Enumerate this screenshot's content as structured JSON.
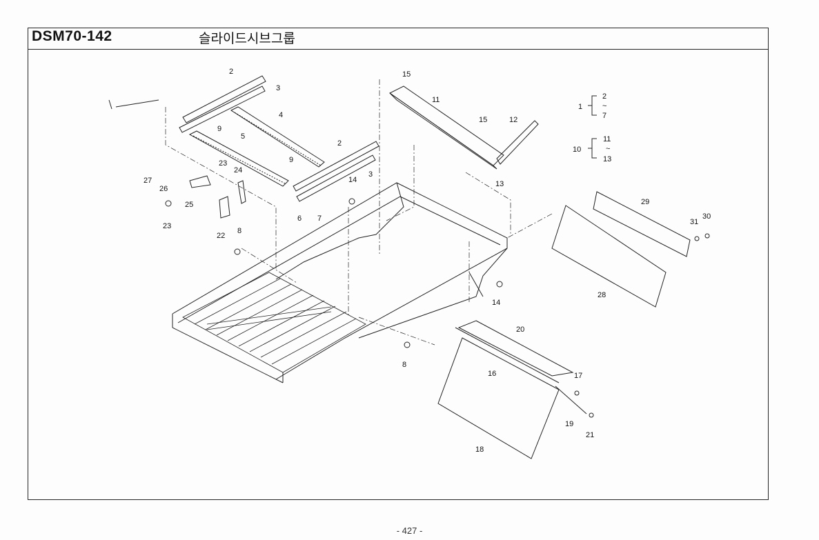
{
  "header": {
    "code": "DSM70-142",
    "title": "슬라이드시브그룹"
  },
  "footer": {
    "page": "- 427 -"
  },
  "part_labels": [
    {
      "id": "c2a",
      "text": "2"
    },
    {
      "id": "c3a",
      "text": "3"
    },
    {
      "id": "c4",
      "text": "4"
    },
    {
      "id": "c9a",
      "text": "9"
    },
    {
      "id": "c5",
      "text": "5"
    },
    {
      "id": "c2b",
      "text": "2"
    },
    {
      "id": "c9b",
      "text": "9"
    },
    {
      "id": "c3b",
      "text": "3"
    },
    {
      "id": "c6",
      "text": "6"
    },
    {
      "id": "c7",
      "text": "7"
    },
    {
      "id": "c14a",
      "text": "14"
    },
    {
      "id": "c15a",
      "text": "15"
    },
    {
      "id": "c11",
      "text": "11"
    },
    {
      "id": "c15b",
      "text": "15"
    },
    {
      "id": "c12",
      "text": "12"
    },
    {
      "id": "c13",
      "text": "13"
    },
    {
      "id": "c27",
      "text": "27"
    },
    {
      "id": "c26",
      "text": "26"
    },
    {
      "id": "c23a",
      "text": "23"
    },
    {
      "id": "c24",
      "text": "24"
    },
    {
      "id": "c25",
      "text": "25"
    },
    {
      "id": "c23b",
      "text": "23"
    },
    {
      "id": "c22",
      "text": "22"
    },
    {
      "id": "c8a",
      "text": "8"
    },
    {
      "id": "c8b",
      "text": "8"
    },
    {
      "id": "c14b",
      "text": "14"
    },
    {
      "id": "c29",
      "text": "29"
    },
    {
      "id": "c30",
      "text": "30"
    },
    {
      "id": "c31",
      "text": "31"
    },
    {
      "id": "c28",
      "text": "28"
    },
    {
      "id": "c20",
      "text": "20"
    },
    {
      "id": "c16",
      "text": "16"
    },
    {
      "id": "c17",
      "text": "17"
    },
    {
      "id": "c19",
      "text": "19"
    },
    {
      "id": "c21",
      "text": "21"
    },
    {
      "id": "c18",
      "text": "18"
    }
  ],
  "groups": [
    {
      "id": "g1",
      "parent": "1",
      "top": "2",
      "tilde": "~",
      "bottom": "7"
    },
    {
      "id": "g10",
      "parent": "10",
      "top": "11",
      "tilde": "~",
      "bottom": "13"
    }
  ]
}
